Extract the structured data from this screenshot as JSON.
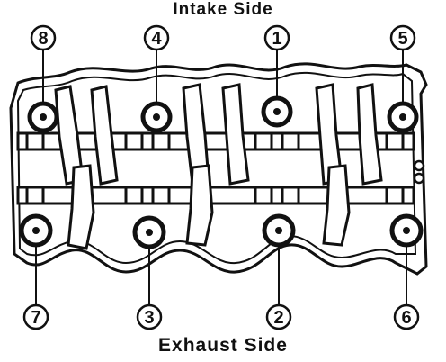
{
  "labels": {
    "intake_side": "Intake Side",
    "exhaust_side": "Exhaust Side"
  },
  "callouts": [
    {
      "id": "8",
      "label": "8",
      "row": "intake"
    },
    {
      "id": "4",
      "label": "4",
      "row": "intake"
    },
    {
      "id": "1",
      "label": "1",
      "row": "intake"
    },
    {
      "id": "5",
      "label": "5",
      "row": "intake"
    },
    {
      "id": "7",
      "label": "7",
      "row": "exhaust"
    },
    {
      "id": "3",
      "label": "3",
      "row": "exhaust"
    },
    {
      "id": "2",
      "label": "2",
      "row": "exhaust"
    },
    {
      "id": "6",
      "label": "6",
      "row": "exhaust"
    }
  ],
  "colors": {
    "ink": "#111111",
    "paper": "#ffffff"
  }
}
